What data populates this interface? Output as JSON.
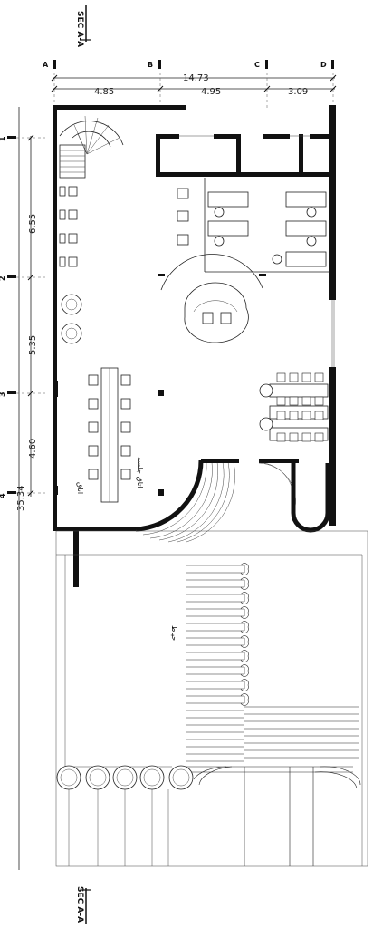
{
  "section_marks": {
    "top": "SEC A-A",
    "bottom": "SEC A-A"
  },
  "grid_columns": [
    "A",
    "B",
    "C",
    "D"
  ],
  "grid_rows": [
    "1",
    "2",
    "3",
    "4"
  ],
  "horizontal_dimensions": {
    "total": "14.73",
    "spans": [
      "4.85",
      "4.95",
      "3.09"
    ]
  },
  "vertical_dimensions": {
    "total": "35.34",
    "spans": [
      "6.55",
      "5.35",
      "4.60"
    ]
  },
  "room_labels": {
    "left_room": "اتاق",
    "conference": "اتاق جلسه",
    "yard": "حیاط"
  }
}
